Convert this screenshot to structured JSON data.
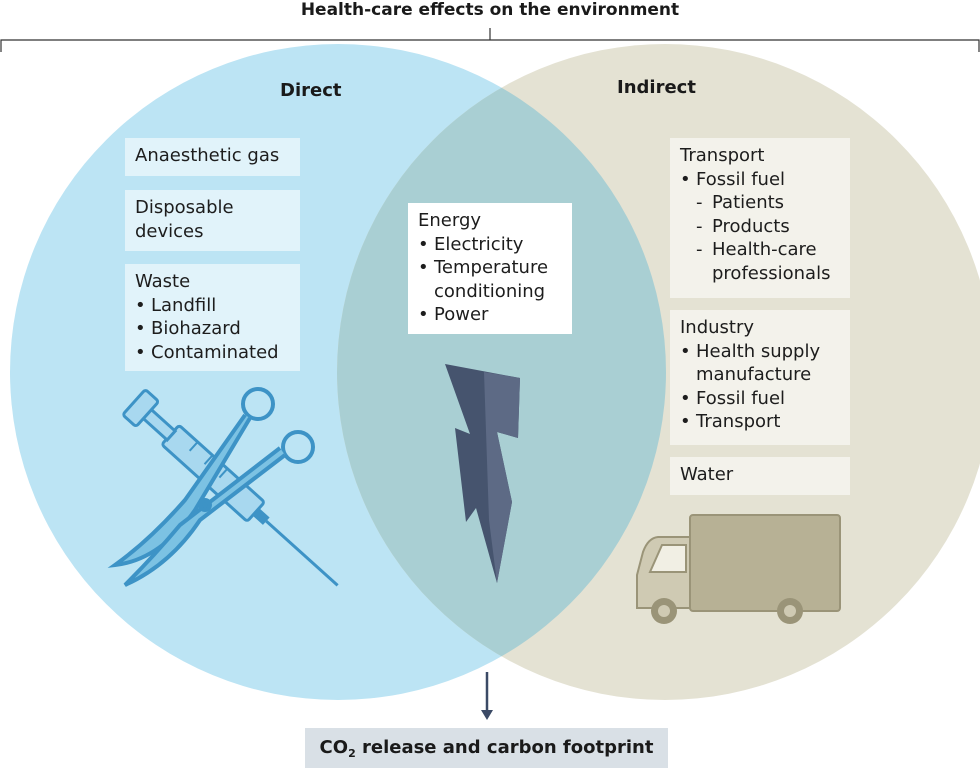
{
  "title": "Health-care effects on the environment",
  "direct": {
    "header": "Direct",
    "boxes": {
      "anaesthetic": "Anaesthetic gas",
      "disposable_line1": "Disposable",
      "disposable_line2": "devices",
      "waste_title": "Waste",
      "waste_items": [
        "Landfill",
        "Biohazard",
        "Contaminated"
      ]
    }
  },
  "energy": {
    "title": "Energy",
    "items": [
      "Electricity",
      "Temperature",
      "conditioning",
      "Power"
    ]
  },
  "indirect": {
    "header": "Indirect",
    "transport": {
      "title": "Transport",
      "bullet": "Fossil fuel",
      "subitems": [
        "Patients",
        "Products",
        "Health-care",
        "professionals"
      ]
    },
    "industry": {
      "title": "Industry",
      "items": [
        "Health supply",
        "manufacture",
        "Fossil fuel",
        "Transport"
      ]
    },
    "water": "Water"
  },
  "result": {
    "prefix": "CO",
    "subscript": "2",
    "suffix": " release and carbon footprint"
  },
  "colors": {
    "direct_circle": "#bce4f4",
    "indirect_circle": "#e4e2d3",
    "overlap": "#a9cfd3",
    "bolt": "#46546e",
    "truck": "#b7b195",
    "instruments": "#5aaed6"
  },
  "icons": [
    "syringe-icon",
    "scissors-icon",
    "lightning-bolt-icon",
    "truck-icon",
    "arrow-down-icon"
  ]
}
